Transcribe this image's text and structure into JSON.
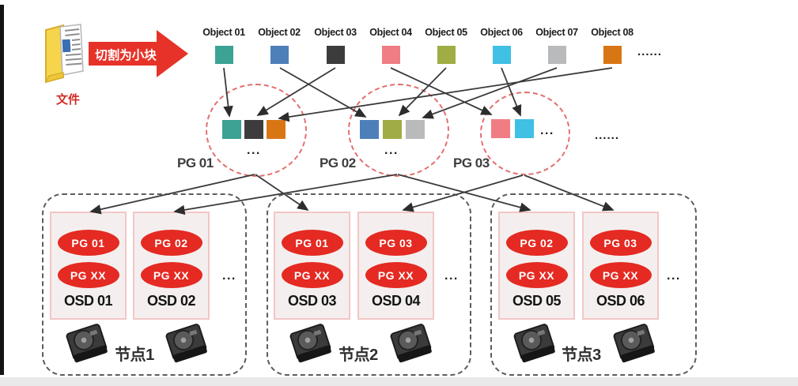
{
  "file": {
    "label": "文件"
  },
  "split_arrow": {
    "label": "切割为小块"
  },
  "objects": [
    {
      "label": "Object 01",
      "color": "#3ba294"
    },
    {
      "label": "Object 02",
      "color": "#4d7fb9"
    },
    {
      "label": "Object 03",
      "color": "#3c3c3c"
    },
    {
      "label": "Object 04",
      "color": "#f07d84"
    },
    {
      "label": "Object 05",
      "color": "#a0ad44"
    },
    {
      "label": "Object 06",
      "color": "#3fc0e4"
    },
    {
      "label": "Object 07",
      "color": "#b9babc"
    },
    {
      "label": "Object 08",
      "color": "#d97614"
    }
  ],
  "objects_ellipsis": "......",
  "pg_groups": [
    {
      "label": "PG 01",
      "chunk_colors": [
        "#3ba294",
        "#3c3c3c",
        "#d97614"
      ],
      "ellipsis": "..."
    },
    {
      "label": "PG 02",
      "chunk_colors": [
        "#4d7fb9",
        "#a0ad44",
        "#b9babc"
      ],
      "ellipsis": "..."
    },
    {
      "label": "PG 03",
      "chunk_colors": [
        "#f07d84",
        "#3fc0e4"
      ],
      "ellipsis": "..."
    }
  ],
  "pg_row_ellipsis": "......",
  "nodes": [
    {
      "label": "节点1",
      "ellipsis": "...",
      "osds": [
        {
          "label": "OSD 01",
          "pg_badges": [
            "PG 01",
            "PG XX"
          ]
        },
        {
          "label": "OSD 02",
          "pg_badges": [
            "PG 02",
            "PG XX"
          ]
        }
      ]
    },
    {
      "label": "节点2",
      "ellipsis": "...",
      "osds": [
        {
          "label": "OSD 03",
          "pg_badges": [
            "PG 01",
            "PG XX"
          ]
        },
        {
          "label": "OSD 04",
          "pg_badges": [
            "PG 03",
            "PG XX"
          ]
        }
      ]
    },
    {
      "label": "节点3",
      "ellipsis": "...",
      "osds": [
        {
          "label": "OSD 05",
          "pg_badges": [
            "PG 02",
            "PG XX"
          ]
        },
        {
          "label": "OSD 06",
          "pg_badges": [
            "PG 03",
            "PG XX"
          ]
        }
      ]
    }
  ],
  "connections": {
    "object_to_pg": [
      {
        "from": "Object 01",
        "to": "PG 01"
      },
      {
        "from": "Object 02",
        "to": "PG 02"
      },
      {
        "from": "Object 03",
        "to": "PG 01"
      },
      {
        "from": "Object 04",
        "to": "PG 03"
      },
      {
        "from": "Object 05",
        "to": "PG 02"
      },
      {
        "from": "Object 06",
        "to": "PG 03"
      },
      {
        "from": "Object 07",
        "to": "PG 02"
      },
      {
        "from": "Object 08",
        "to": "PG 01"
      }
    ],
    "pg_to_osd": [
      {
        "from": "PG 01",
        "to": "OSD 01"
      },
      {
        "from": "PG 01",
        "to": "OSD 03"
      },
      {
        "from": "PG 02",
        "to": "OSD 02"
      },
      {
        "from": "PG 02",
        "to": "OSD 05"
      },
      {
        "from": "PG 03",
        "to": "OSD 04"
      },
      {
        "from": "PG 03",
        "to": "OSD 06"
      }
    ]
  },
  "colors": {
    "split_arrow_red": "#e63228",
    "pg_badge_red": "#e42a22",
    "pg_circle_border": "#e2716f",
    "osd_box_bg": "#f4efee",
    "osd_box_border": "#f3c6c6",
    "file_label_red": "#d42a24",
    "connector": "#3a3a3a"
  }
}
